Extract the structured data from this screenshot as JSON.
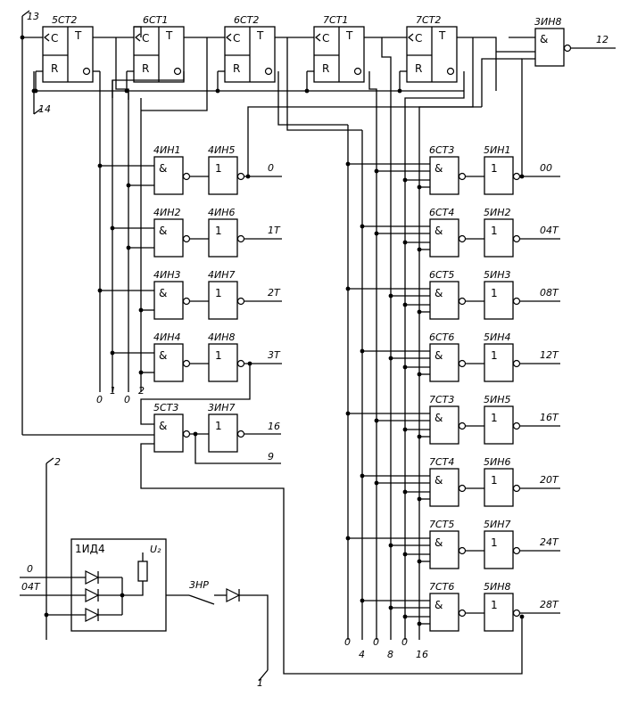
{
  "signals": {
    "s13": "13",
    "s14": "14",
    "s12": "12",
    "s2": "2",
    "s16": "16",
    "s9": "9",
    "s1": "1"
  },
  "counters": [
    "5СТ2",
    "6СТ1",
    "6СТ2",
    "7СТ1",
    "7СТ2"
  ],
  "counter_pins": {
    "clock": "С",
    "reset": "R",
    "out": "Т"
  },
  "gate_3in8": "3ИН8",
  "and_symbol": "&",
  "inv_symbol": "1",
  "left_decoder": [
    {
      "and": "4ИН1",
      "inv": "4ИН5",
      "out": "0"
    },
    {
      "and": "4ИН2",
      "inv": "4ИН6",
      "out": "1Т"
    },
    {
      "and": "4ИН3",
      "inv": "4ИН7",
      "out": "2Т"
    },
    {
      "and": "4ИН4",
      "inv": "4ИН8",
      "out": "3Т"
    }
  ],
  "left_bus_labels": [
    "0",
    "1",
    "0",
    "2"
  ],
  "mid_gate": {
    "and": "5СТ3",
    "inv": "3ИН7"
  },
  "right_decoder": [
    {
      "and": "6СТ3",
      "inv": "5ИН1",
      "out": "00"
    },
    {
      "and": "6СТ4",
      "inv": "5ИН2",
      "out": "04Т"
    },
    {
      "and": "6СТ5",
      "inv": "5ИН3",
      "out": "08Т"
    },
    {
      "and": "6СТ6",
      "inv": "5ИН4",
      "out": "12Т"
    },
    {
      "and": "7СТ3",
      "inv": "5ИН5",
      "out": "16Т"
    },
    {
      "and": "7СТ4",
      "inv": "5ИН6",
      "out": "20Т"
    },
    {
      "and": "7СТ5",
      "inv": "5ИН7",
      "out": "24Т"
    },
    {
      "and": "7СТ6",
      "inv": "5ИН8",
      "out": "28Т"
    }
  ],
  "right_bus_labels": [
    "0",
    "4",
    "0",
    "8",
    "0",
    "16"
  ],
  "diode_block": {
    "name": "1ИД4",
    "supply": "U₂",
    "in1": "0",
    "in2": "04Т"
  },
  "relay": "3НР"
}
